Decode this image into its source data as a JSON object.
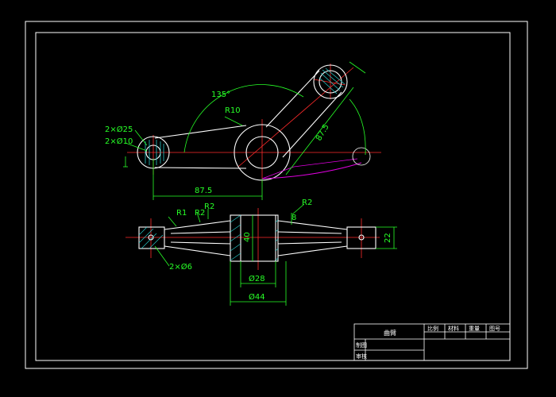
{
  "colors": {
    "background": "#000000",
    "outline": "#ffffff",
    "dimension": "#27ff27",
    "centerline": "#ff2b2b",
    "hatch": "#28c8c8",
    "phantom": "#e000e0"
  },
  "top_view": {
    "angle": "135°",
    "radius_arm": "R10",
    "hole_big": "2×Ø25",
    "hole_small": "2×Ø10",
    "length_horizontal": "87.5",
    "length_inclined": "87.5"
  },
  "front_view": {
    "r1": "R1",
    "r2_left": "R2",
    "r2_left_b": "R2",
    "r2_right": "R2",
    "rib": "8",
    "hub_height": "40",
    "end_height": "22",
    "pin_hole": "2×Ø6",
    "bore": "Ø28",
    "hub_dia": "Ø44"
  },
  "title_block": {
    "part_name": "曲臂",
    "col_scale": "比例",
    "col_material": "材料",
    "col_weight": "重量",
    "col_drawing_no": "图号",
    "row_drawn": "制图",
    "row_checked": "审核"
  }
}
